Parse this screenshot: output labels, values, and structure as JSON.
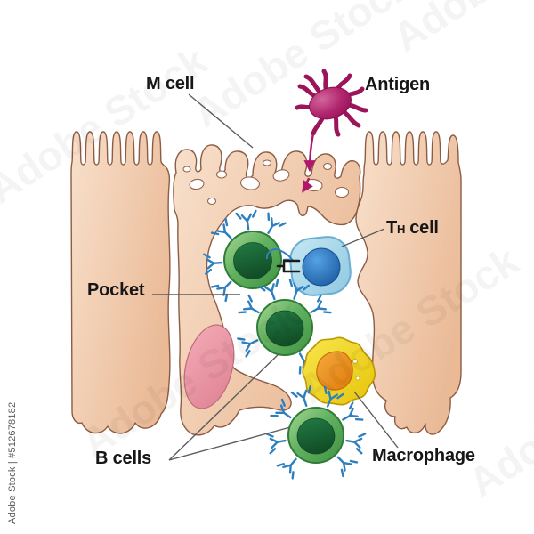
{
  "labels": {
    "m_cell": "M cell",
    "antigen": "Antigen",
    "th_cell": {
      "t": "T",
      "sub": "H",
      "rest": "cell"
    },
    "pocket": "Pocket",
    "b_cells": "B cells",
    "macrophage": "Macrophage"
  },
  "watermark": {
    "stock_id": "Adobe Stock | #512678182",
    "brand": "Adobe Stock"
  },
  "colors": {
    "background": "#ffffff",
    "epithelium_fill": "#f2cbab",
    "epithelium_outline": "#8d5c45",
    "m_cell_nucleus": "#e795a2",
    "b_cell_body": "#5aa85a",
    "b_cell_nucleus": "#1d6c37",
    "antibody_blue": "#2e7fc0",
    "th_cell_body": "#a9d9ea",
    "th_cell_nucleus": "#2670b8",
    "tcr_black": "#1a1a1a",
    "macrophage_body": "#eed020",
    "macrophage_nucleus": "#ec8c1c",
    "antigen_magenta": "#b2166b",
    "label_text": "#161616",
    "leader_line": "#5c5c5c"
  }
}
